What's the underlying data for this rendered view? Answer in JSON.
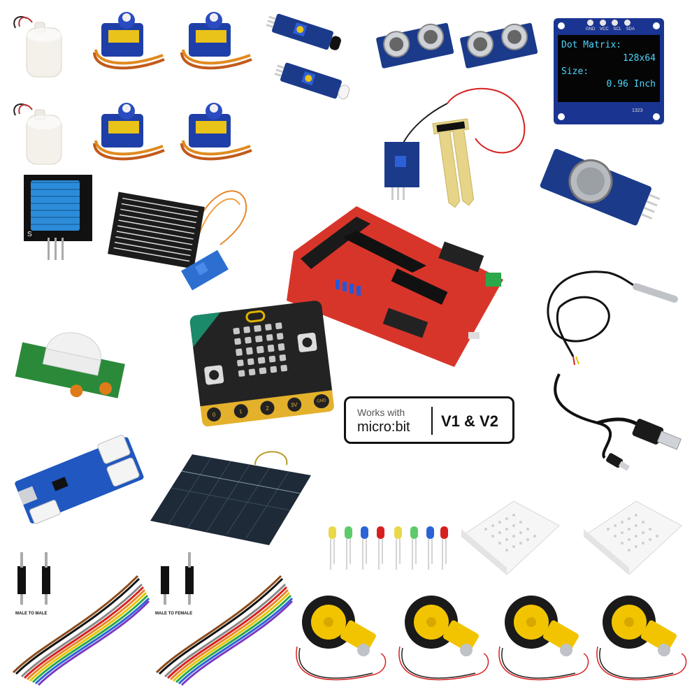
{
  "oled": {
    "pins": [
      "GND",
      "VCC",
      "SCL",
      "SDA"
    ],
    "line1_label": "Dot Matrix:",
    "line1_value": "128x64",
    "line2_label": "Size:",
    "line2_value": "0.96 Inch",
    "bottom_code": "1323"
  },
  "badge": {
    "works_with": "Works with",
    "brand": "micro:bit",
    "versions": "V1 & V2"
  },
  "microbit_pins": {
    "p0": "0",
    "p1": "1",
    "p2": "2",
    "p3v": "3V",
    "gnd": "GND"
  },
  "dht_label": "S",
  "jumper_labels": {
    "male_male": "MALE TO MALE",
    "male_female": "MALE TO FEMALE"
  },
  "colors": {
    "servo_blue": "#1f3fa8",
    "board_red": "#d8352a",
    "pcb_blue": "#1b3a8a",
    "oled_cyan": "#4fd6ff",
    "motor_yellow": "#f2c400"
  }
}
